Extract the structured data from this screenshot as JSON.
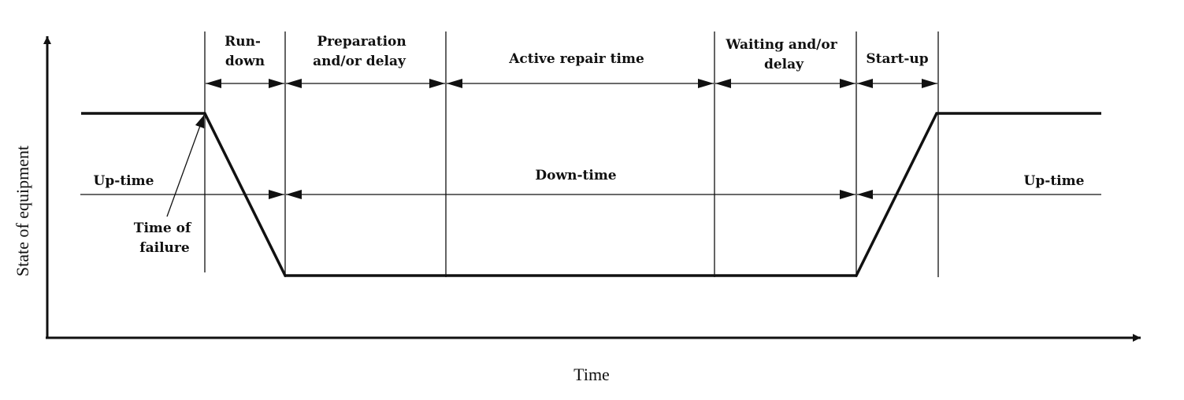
{
  "axes": {
    "y_label": "State of equipment",
    "x_label": "Time"
  },
  "phases": {
    "run_down": [
      "Run-",
      "down"
    ],
    "preparation": [
      "Preparation",
      "and/or delay"
    ],
    "active_repair": [
      "Active repair time"
    ],
    "waiting": [
      "Waiting and/or",
      "delay"
    ],
    "start_up": [
      "Start-up"
    ]
  },
  "states": {
    "up_time_left": "Up-time",
    "down_time": "Down-time",
    "up_time_right": "Up-time"
  },
  "annotation": {
    "time_of_failure": [
      "Time of",
      "failure"
    ]
  }
}
